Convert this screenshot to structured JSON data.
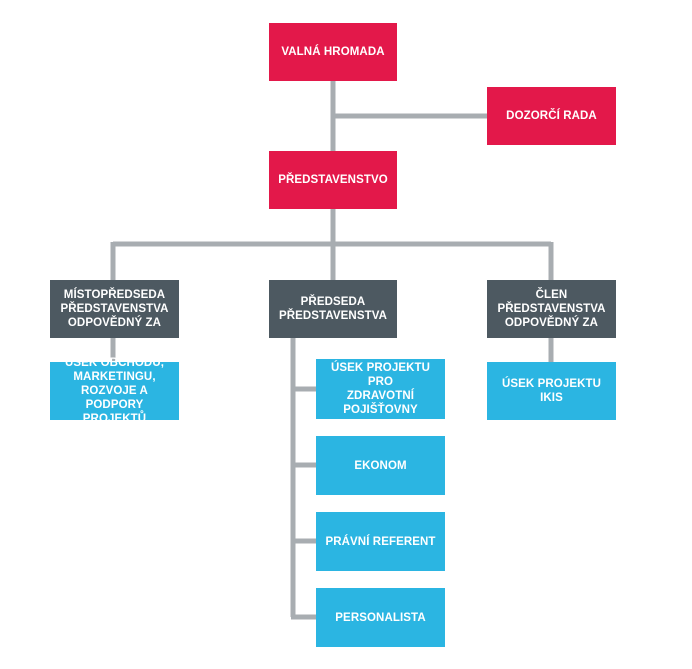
{
  "colors": {
    "governance": "#e3184a",
    "management": "#4d5961",
    "department": "#2bb5e2",
    "connector": "#a8adb1"
  },
  "nodes": {
    "valna_hromada": "VALNÁ HROMADA",
    "dozorci_rada": "DOZORČÍ RADA",
    "predstavenstvo": "PŘEDSTAVENSTVO",
    "mistopredseda": "MÍSTOPŘEDSEDA\nPŘEDSTAVENSTVA\nODPOVĚDNÝ ZA",
    "predseda": "PŘEDSEDA\nPŘEDSTAVENSTVA",
    "clen": "ČLEN\nPŘEDSTAVENSTVA\nODPOVĚDNÝ ZA",
    "usek_obchodu": "ÚSEK OBCHODU,\nMARKETINGU,\nROZVOJE A PODPORY\nPROJEKTŮ",
    "usek_zdravotni": "ÚSEK PROJEKTU PRO\nZDRAVOTNÍ\nPOJIŠŤOVNY",
    "ekonom": "EKONOM",
    "pravni_referent": "PRÁVNÍ REFERENT",
    "personalista": "PERSONALISTA",
    "usek_ikis": "ÚSEK PROJEKTU\nIKIS"
  }
}
